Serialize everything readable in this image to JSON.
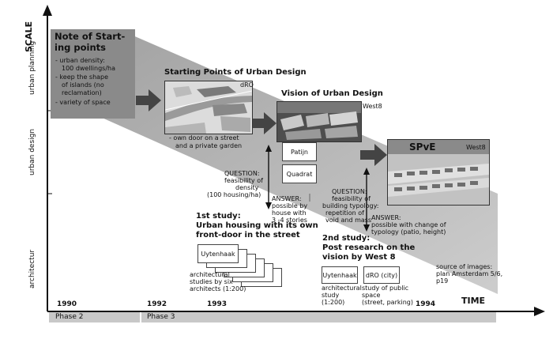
{
  "axes": {
    "y_title": "SCALE",
    "y_levels": [
      "urban planning",
      "urban design",
      "architectur"
    ],
    "x_title": "TIME",
    "years": [
      "1990",
      "1992",
      "1993",
      "1994"
    ],
    "phases": [
      "Phase 2",
      "Phase 3"
    ]
  },
  "note": {
    "title_line1": "Note of Start-",
    "title_line2": "ing points",
    "items": [
      [
        "- urban density:",
        "100 dwellings/ha"
      ],
      [
        "- keep the shape",
        "of islands (no",
        "reclamation)"
      ],
      [
        "- variety of space"
      ]
    ]
  },
  "starting_points": {
    "title": "Starting Points of Urban Design",
    "credit": "dRO",
    "caption": [
      "- own door on a street",
      "and a private garden"
    ]
  },
  "vision": {
    "title": "Vision of Urban Design",
    "credit": "West8",
    "boxes": [
      "Patijn",
      "Quadrat"
    ]
  },
  "spve": {
    "title": "SPvE",
    "credit": "West8"
  },
  "question1": [
    "QUESTION:",
    "feasibility of",
    "density",
    "(100 housing/ha)"
  ],
  "answer1": [
    "ANSWER:",
    "possible by",
    "house with",
    "3 -4 stories"
  ],
  "question2": [
    "QUESTION:",
    "feasibility of",
    "building typology:",
    "repetition of",
    "void and mass"
  ],
  "answer2": [
    "ANSWER:",
    "possible with change of",
    "typology (patio, height)"
  ],
  "study1": {
    "title": [
      "1st study:",
      "Urban housing with its own",
      "front-door in the street"
    ],
    "box": "Uytenhaak",
    "caption": [
      "architectural",
      "studies by six",
      "architects (1:200)"
    ]
  },
  "study2": {
    "title": [
      "2nd study:",
      "Post research on the",
      "vision by West 8"
    ],
    "boxes": [
      "Uytenhaak",
      "dRO (city)"
    ],
    "caption1": [
      "architectural",
      "study",
      "(1:200)"
    ],
    "caption2": [
      "study of public",
      "space",
      "(street, parking)"
    ]
  },
  "source": [
    "source of images:",
    "plan Amsterdam 5/6,",
    "p19"
  ]
}
